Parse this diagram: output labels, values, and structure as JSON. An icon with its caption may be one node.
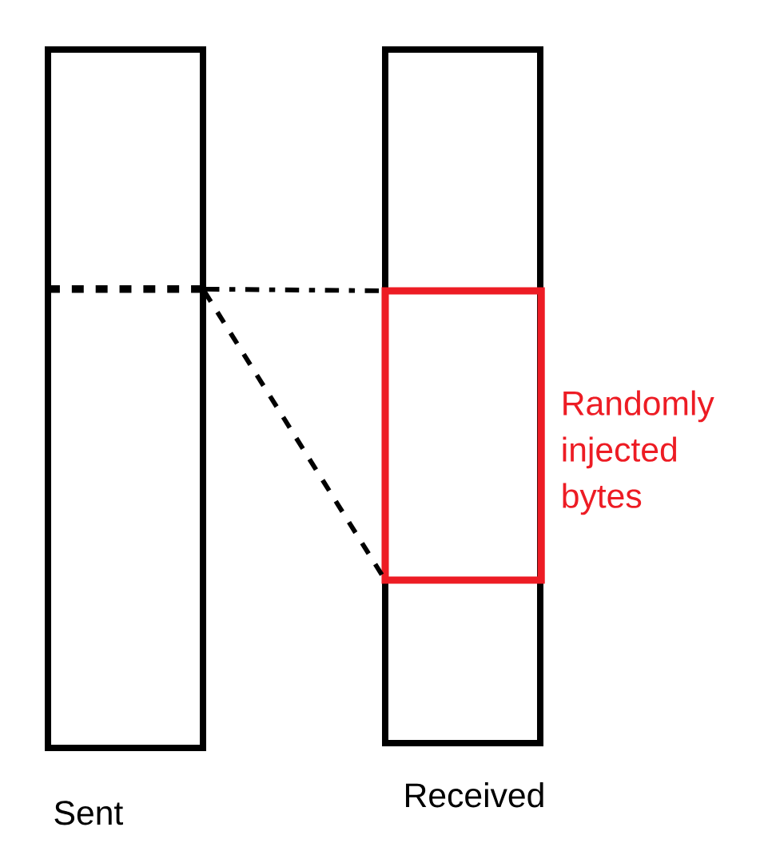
{
  "diagram": {
    "nodes": [
      {
        "text": [
          "Sent"
        ]
      },
      {
        "text": [
          "Received"
        ]
      },
      {
        "text": [],
        "shape": "box",
        "in": 1,
        "beside": [
          "Randomly injected bytes"
        ]
      }
    ],
    "edges": [
      {
        "from": 0,
        "to": 2,
        "arrow": "none",
        "style": "dashed"
      },
      {
        "from": 0,
        "to": 2,
        "arrow": "none",
        "style": "dashed"
      }
    ]
  }
}
